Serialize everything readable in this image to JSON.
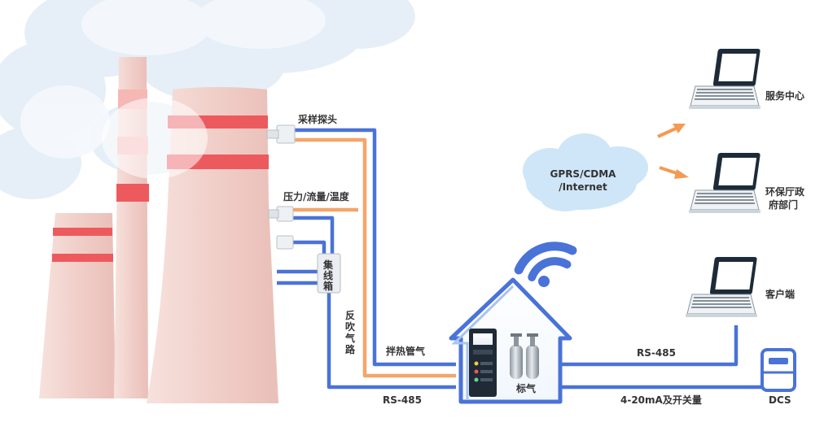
{
  "labels": {
    "probe": "采样探头",
    "pressure": "压力/流量/温度",
    "junction_box": "集线箱",
    "backflush": "反吹气路",
    "heat_pipe": "拌热管气",
    "rs485_bottom": "RS-485",
    "rs485_right": "RS-485",
    "signal_420": "4-20mA及开关量",
    "dcs": "DCS",
    "std_gas": "标气",
    "cloud": "GPRS/CDMA\n/Internet",
    "service_center": "服务中心",
    "env_dept_line1": "环保厅政",
    "env_dept_line2": "府部门",
    "client": "客户端"
  },
  "colors": {
    "blue_line": "#4a73d8",
    "orange_line": "#f4a56a",
    "stripe_red": "#ec5a5e",
    "tower_pink": "#f3d4cf",
    "cloud_blue": "#cfe6f8",
    "arrow_orange": "#f49a54"
  }
}
